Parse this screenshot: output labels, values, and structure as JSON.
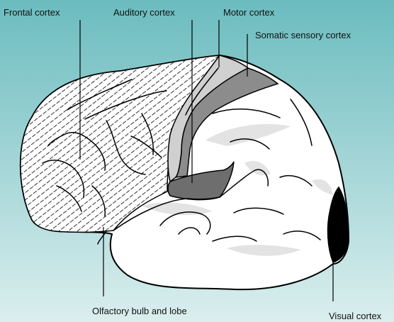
{
  "labels": {
    "frontal": "Frontal cortex",
    "auditory": "Auditory cortex",
    "motor": "Motor cortex",
    "somatic": "Somatic sensory cortex",
    "olfactory": "Olfactory bulb and lobe",
    "visual": "Visual cortex"
  },
  "colors": {
    "background_top": "#6bbcbf",
    "background_bottom": "#dbeeee",
    "outline": "#000000",
    "brain_fill": "#ffffff",
    "hatch": "#333333",
    "motor_fill": "#d0d0d0",
    "somatic_fill": "#8c8c8c",
    "auditory_fill": "#6e6e6e",
    "visual_fill": "#000000",
    "shadow": "#e3e3e3"
  }
}
